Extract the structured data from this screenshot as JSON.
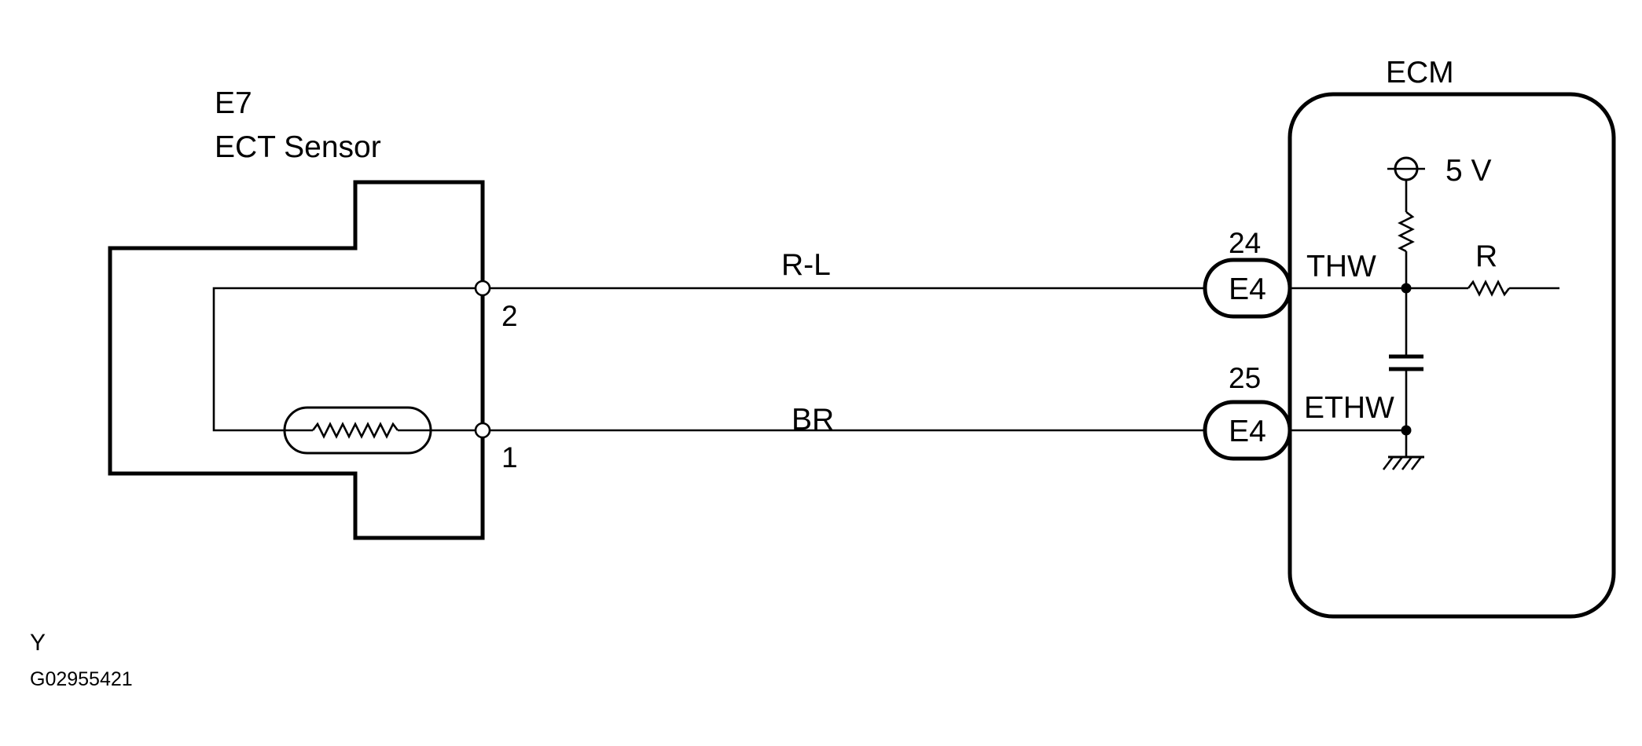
{
  "sensor": {
    "code": "E7",
    "name": "ECT Sensor",
    "pin_top": "2",
    "pin_bottom": "1"
  },
  "wires": {
    "top": "R-L",
    "bottom": "BR"
  },
  "connectors": {
    "top": {
      "pin": "24",
      "label": "E4"
    },
    "bottom": {
      "pin": "25",
      "label": "E4"
    }
  },
  "ecm": {
    "title": "ECM",
    "supply": "5 V",
    "thw": "THW",
    "ethw": "ETHW",
    "resistor": "R"
  },
  "footer": {
    "letter": "Y",
    "code": "G02955421"
  }
}
